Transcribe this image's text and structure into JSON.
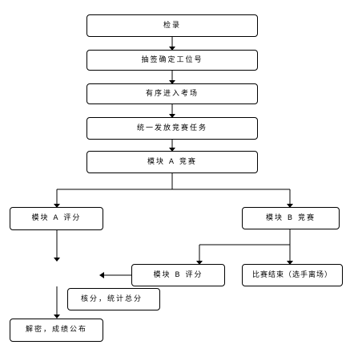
{
  "steps": {
    "checkin": "检录",
    "draw_lots": "抽签确定工位号",
    "enter": "有序进入考场",
    "distribute": "统一发放竞赛任务",
    "module_a": "模块 A 竞赛",
    "module_a_score": "模块 A 评分",
    "module_b": "模块 B 竞赛",
    "module_b_score": "模块 B 评分",
    "finish": "比赛结束（选手离场）",
    "verify": "核分，统计总分",
    "publish": "解密，成绩公布"
  }
}
